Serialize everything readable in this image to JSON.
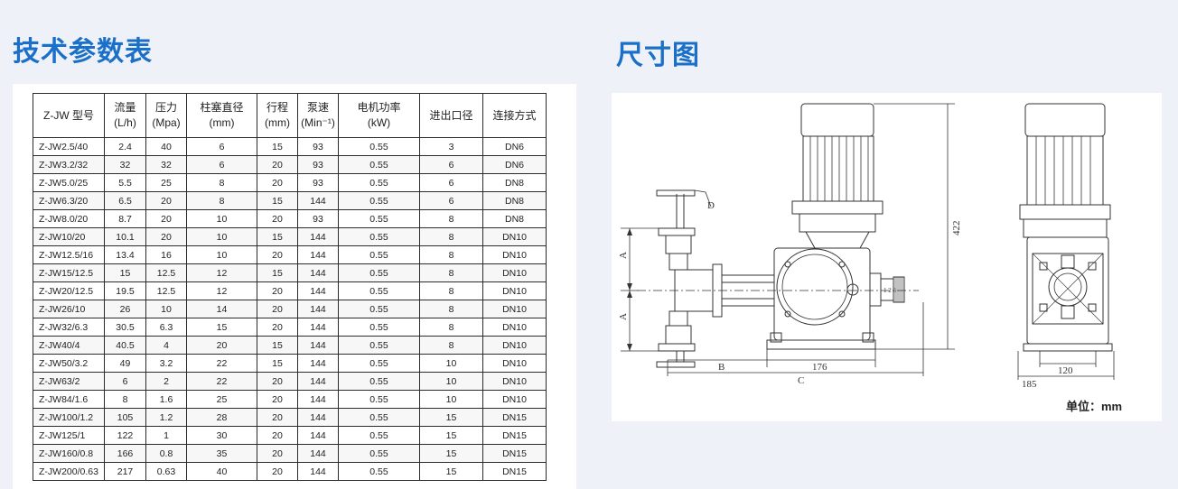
{
  "page": {
    "params_title": "技术参数表",
    "drawing_title": "尺寸图"
  },
  "table": {
    "headers": [
      {
        "line1": "Z-JW 型号",
        "line2": ""
      },
      {
        "line1": "流量",
        "line2": "(L/h)"
      },
      {
        "line1": "压力",
        "line2": "(Mpa)"
      },
      {
        "line1": "柱塞直径",
        "line2": "(mm)"
      },
      {
        "line1": "行程",
        "line2": "(mm)"
      },
      {
        "line1": "泵速",
        "line2": "(Min⁻¹)"
      },
      {
        "line1": "电机功率",
        "line2": "(kW)"
      },
      {
        "line1": "进出口径",
        "line2": ""
      },
      {
        "line1": "连接方式",
        "line2": ""
      }
    ],
    "rows": [
      [
        "Z-JW2.5/40",
        "2.4",
        "40",
        "6",
        "15",
        "93",
        "0.55",
        "3",
        "DN6"
      ],
      [
        "Z-JW3.2/32",
        "32",
        "32",
        "6",
        "20",
        "93",
        "0.55",
        "6",
        "DN6"
      ],
      [
        "Z-JW5.0/25",
        "5.5",
        "25",
        "8",
        "20",
        "93",
        "0.55",
        "6",
        "DN8"
      ],
      [
        "Z-JW6.3/20",
        "6.5",
        "20",
        "8",
        "15",
        "144",
        "0.55",
        "6",
        "DN8"
      ],
      [
        "Z-JW8.0/20",
        "8.7",
        "20",
        "10",
        "20",
        "93",
        "0.55",
        "8",
        "DN8"
      ],
      [
        "Z-JW10/20",
        "10.1",
        "20",
        "10",
        "15",
        "144",
        "0.55",
        "8",
        "DN10"
      ],
      [
        "Z-JW12.5/16",
        "13.4",
        "16",
        "10",
        "20",
        "144",
        "0.55",
        "8",
        "DN10"
      ],
      [
        "Z-JW15/12.5",
        "15",
        "12.5",
        "12",
        "15",
        "144",
        "0.55",
        "8",
        "DN10"
      ],
      [
        "Z-JW20/12.5",
        "19.5",
        "12.5",
        "12",
        "20",
        "144",
        "0.55",
        "8",
        "DN10"
      ],
      [
        "Z-JW26/10",
        "26",
        "10",
        "14",
        "20",
        "144",
        "0.55",
        "8",
        "DN10"
      ],
      [
        "Z-JW32/6.3",
        "30.5",
        "6.3",
        "15",
        "20",
        "144",
        "0.55",
        "8",
        "DN10"
      ],
      [
        "Z-JW40/4",
        "40.5",
        "4",
        "20",
        "15",
        "144",
        "0.55",
        "8",
        "DN10"
      ],
      [
        "Z-JW50/3.2",
        "49",
        "3.2",
        "22",
        "15",
        "144",
        "0.55",
        "10",
        "DN10"
      ],
      [
        "Z-JW63/2",
        "6",
        "2",
        "22",
        "20",
        "144",
        "0.55",
        "10",
        "DN10"
      ],
      [
        "Z-JW84/1.6",
        "8",
        "1.6",
        "25",
        "20",
        "144",
        "0.55",
        "10",
        "DN10"
      ],
      [
        "Z-JW100/1.2",
        "105",
        "1.2",
        "28",
        "20",
        "144",
        "0.55",
        "15",
        "DN15"
      ],
      [
        "Z-JW125/1",
        "122",
        "1",
        "30",
        "20",
        "144",
        "0.55",
        "15",
        "DN15"
      ],
      [
        "Z-JW160/0.8",
        "166",
        "0.8",
        "35",
        "20",
        "144",
        "0.55",
        "15",
        "DN15"
      ],
      [
        "Z-JW200/0.63",
        "217",
        "0.63",
        "40",
        "20",
        "144",
        "0.55",
        "15",
        "DN15"
      ]
    ]
  },
  "drawing": {
    "label_d": "D",
    "label_a_top": "A",
    "label_a_bottom": "A",
    "label_b": "B",
    "label_c": "C",
    "dim_176": "176",
    "dim_422": "422",
    "dim_120": "120",
    "dim_185": "185",
    "unit": "单位：mm"
  }
}
